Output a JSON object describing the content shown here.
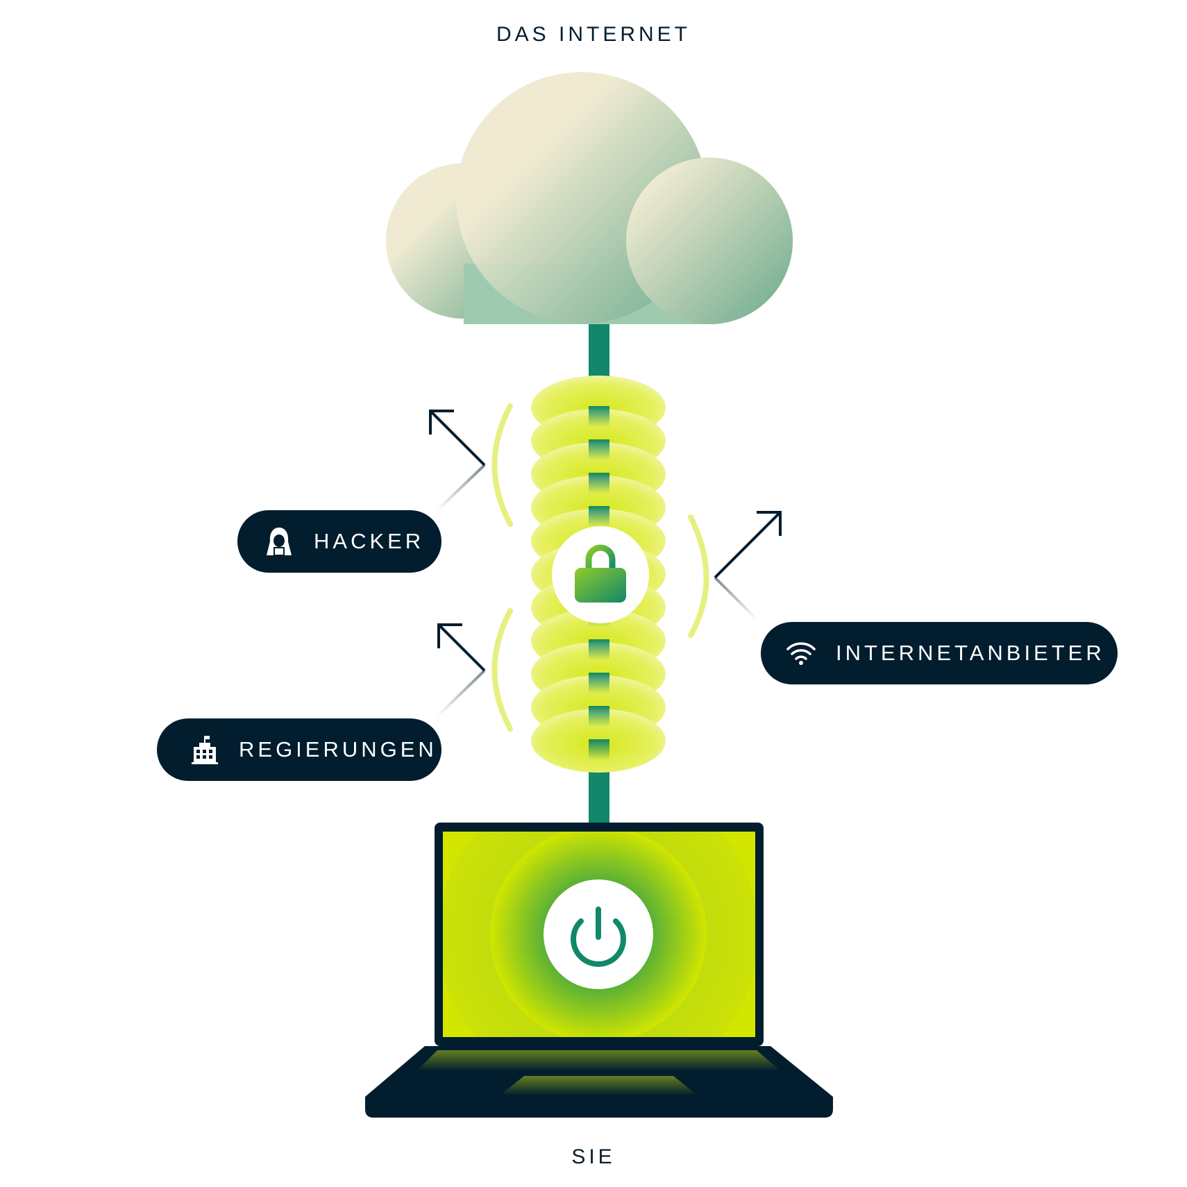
{
  "labels": {
    "top": "DAS INTERNET",
    "bottom": "SIE"
  },
  "observers": [
    {
      "name": "HACKER",
      "icon": "hacker-icon"
    },
    {
      "name": "REGIERUNGEN",
      "icon": "government-building-icon"
    },
    {
      "name": "INTERNETANBIETER",
      "icon": "wifi-icon"
    }
  ],
  "center_icons": {
    "tunnel": "lock-icon",
    "laptop": "power-icon"
  },
  "colors": {
    "navy": "#011d2e",
    "teal": "#12876a",
    "lime": "#d2e600",
    "cloud_light": "#efead1",
    "cloud_dark": "#6fb094"
  }
}
